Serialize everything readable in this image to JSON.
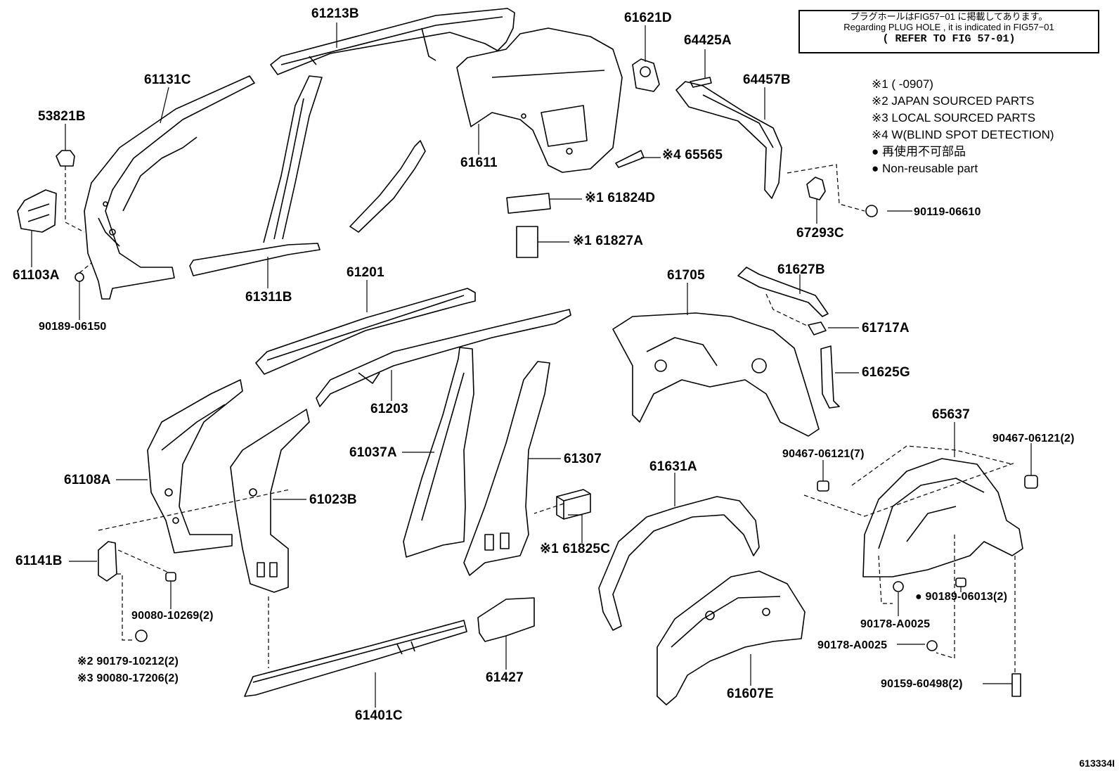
{
  "reference_note": {
    "line_jp": "プラグホールはFIG57−01 に掲載してあります。",
    "line_en": "Regarding PLUG HOLE , it is indicated in FIG57−01",
    "line_ref": "( REFER TO FIG 57-01)"
  },
  "legend": [
    "※1 (     -0907)",
    "※2 JAPAN SOURCED PARTS",
    "※3 LOCAL SOURCED PARTS",
    "※4 W(BLIND SPOT DETECTION)",
    "● 再使用不可部品",
    "● Non-reusable part"
  ],
  "parts": {
    "p61213B": "61213B",
    "p61621D": "61621D",
    "p64425A": "64425A",
    "p61131C": "61131C",
    "p64457B": "64457B",
    "p53821B": "53821B",
    "p61611": "61611",
    "p65565": "※4 65565",
    "p61824D": "※1 61824D",
    "p90119_06610": "90119-06610",
    "p67293C": "67293C",
    "p61827A": "※1 61827A",
    "p61103A": "61103A",
    "p61311B": "61311B",
    "p90189_06150": "90189-06150",
    "p61201": "61201",
    "p61705": "61705",
    "p61627B": "61627B",
    "p61717A": "61717A",
    "p61625G": "61625G",
    "p61203": "61203",
    "p65637": "65637",
    "p61037A": "61037A",
    "p61307": "61307",
    "p90467_06121_7": "90467-06121(7)",
    "p90467_06121": "90467-06121(2)",
    "p61631A": "61631A",
    "p61108A": "61108A",
    "p61023B": "61023B",
    "p61825C": "※1 61825C",
    "p61141B": "61141B",
    "p90080_10269": "90080-10269(2)",
    "p90189_06013": "90189-06013(2)",
    "p90178_A0025_a": "90178-A0025",
    "p90178_A0025_b": "90178-A0025",
    "p90179_10212": "※2 90179-10212(2)",
    "p90080_17206": "※3 90080-17206(2)",
    "p61427": "61427",
    "p61607E": "61607E",
    "p90159_60498": "90159-60498(2)",
    "p61401C": "61401C"
  },
  "figure_id": "613334I"
}
